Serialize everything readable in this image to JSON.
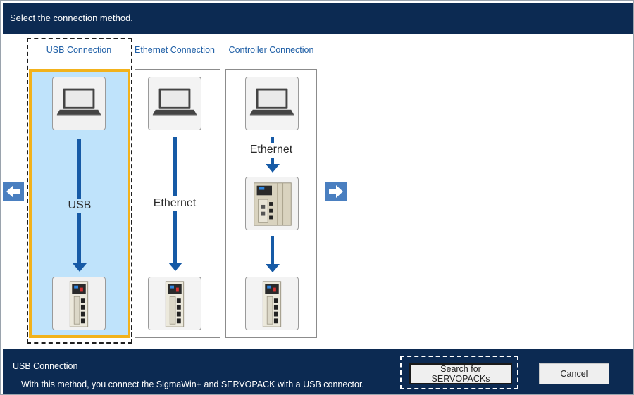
{
  "header": {
    "title": "Select the connection method."
  },
  "tabs": [
    {
      "label": "USB Connection"
    },
    {
      "label": "Ethernet Connection"
    },
    {
      "label": "Controller Connection"
    }
  ],
  "panels": [
    {
      "medium": "USB",
      "selected": true
    },
    {
      "medium": "Ethernet",
      "selected": false
    },
    {
      "medium": "Ethernet",
      "selected": false
    }
  ],
  "footer": {
    "title": "USB Connection",
    "description": "With this method, you connect the SigmaWin+ and SERVOPACK with a USB connector."
  },
  "buttons": {
    "search": "Search for SERVOPACKs",
    "cancel": "Cancel"
  },
  "icons": {
    "left_nav": "arrow-left-icon",
    "right_nav": "arrow-right-icon",
    "pc": "laptop-icon",
    "servo": "servopack-icon",
    "controller": "controller-icon"
  },
  "colors": {
    "header_bg": "#0c2a52",
    "selected_bg": "#bfe3fb",
    "selected_border": "#f2b21b",
    "arrow": "#165aa6",
    "nav_button": "#4a7fc0",
    "tab_text": "#1f5fa6"
  }
}
